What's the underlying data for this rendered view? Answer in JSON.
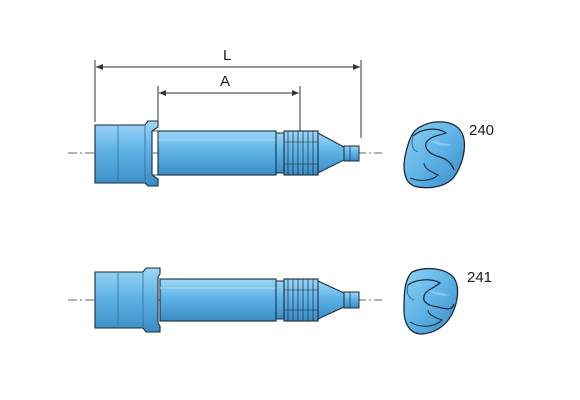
{
  "dimensions": {
    "overall_length": "L",
    "spline_length": "A"
  },
  "parts": [
    {
      "number": "240"
    },
    {
      "number": "241"
    }
  ],
  "colors": {
    "body": "#5fb3e6",
    "body_dark": "#3d8fc6",
    "body_light": "#8fd0f4",
    "outline": "#1a2a3a",
    "dim_line": "#333333",
    "axis": "#333333"
  }
}
